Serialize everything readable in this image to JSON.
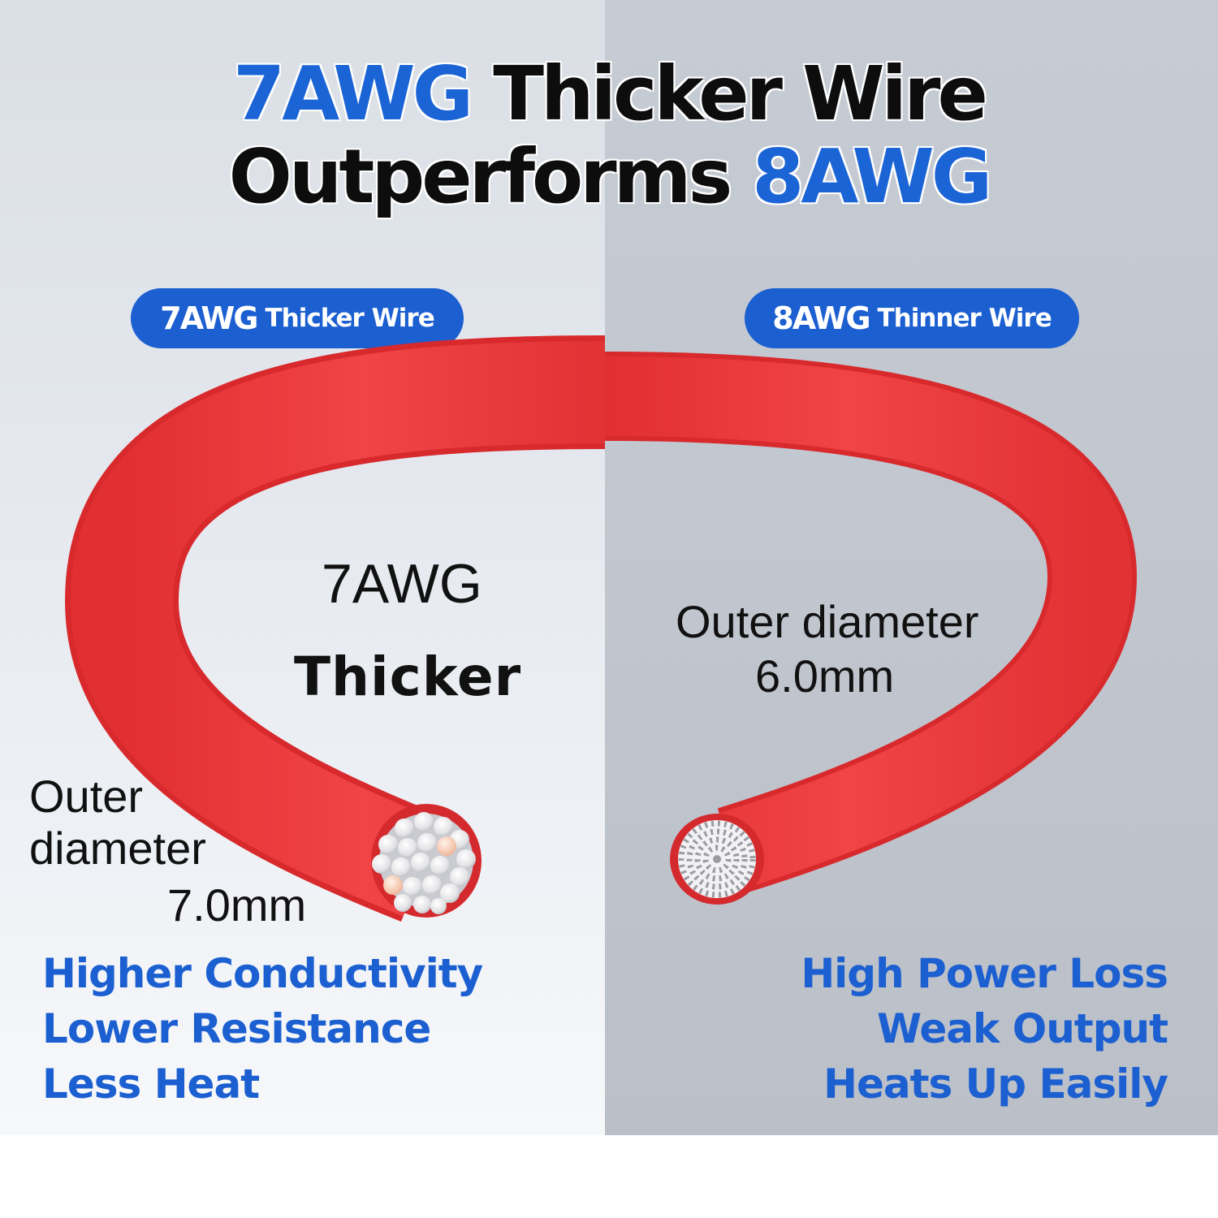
{
  "title": {
    "line1_accent": "7AWG",
    "line1_rest": "Thicker Wire",
    "line2_rest": "Outperforms",
    "line2_accent": "8AWG"
  },
  "left": {
    "pill_gauge": "7AWG",
    "pill_text": "Thicker Wire",
    "gauge_label": "7AWG",
    "thick_label": "Thicker",
    "outer_line1": "Outer",
    "outer_line2": "diameter",
    "outer_value": "7.0mm",
    "features": [
      "Higher Conductivity",
      "Lower Resistance",
      "Less Heat"
    ]
  },
  "right": {
    "pill_gauge": "8AWG",
    "pill_text": "Thinner Wire",
    "outer_line1": "Outer diameter",
    "outer_value": "6.0mm",
    "features": [
      "High Power Loss",
      "Weak Output",
      "Heats Up Easily"
    ]
  },
  "colors": {
    "accent_blue": "#1b64d6",
    "pill_blue": "#1b5fd1",
    "wire_red": "#ef3b3b"
  }
}
